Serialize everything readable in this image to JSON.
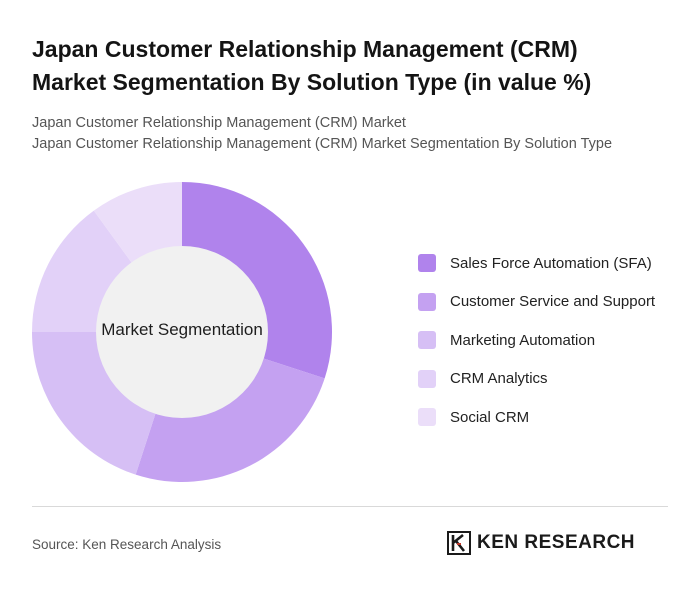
{
  "header": {
    "title_line1": "Japan Customer Relationship Management (CRM)",
    "title_line2": "Market Segmentation By Solution Type (in value %)",
    "subtitle_line1": "Japan Customer Relationship Management (CRM) Market",
    "subtitle_line2": "Japan Customer Relationship Management (CRM) Market Segmentation By Solution Type"
  },
  "chart_data": {
    "type": "pie",
    "style": "donut",
    "center_label": "Market Segmentation",
    "categories": [
      "Sales Force Automation (SFA)",
      "Customer Service and Support",
      "Marketing Automation",
      "CRM Analytics",
      "Social CRM"
    ],
    "values": [
      30,
      25,
      20,
      15,
      10
    ],
    "colors": [
      "#b083ec",
      "#c4a1f1",
      "#d6bff5",
      "#e2d1f8",
      "#ebdef9"
    ],
    "center_color": "#f1f1f1",
    "legend_position": "right"
  },
  "footer": {
    "source": "Source: Ken Research Analysis",
    "logo_text": "KEN RESEARCH"
  }
}
